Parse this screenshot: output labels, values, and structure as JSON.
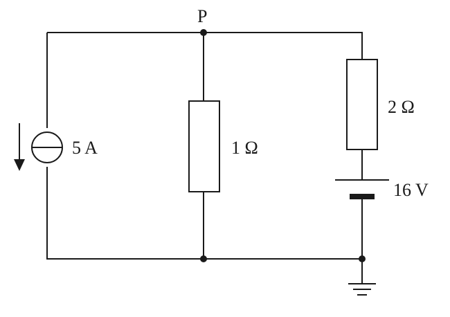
{
  "diagram": {
    "type": "circuit-schematic",
    "node_label": "P",
    "current_source": {
      "value": "5 A",
      "arrow": "down"
    },
    "resistor_middle": {
      "value": "1 Ω"
    },
    "resistor_right": {
      "value": "2 Ω"
    },
    "battery": {
      "value": "16 V"
    },
    "ground": "ground-symbol",
    "colors": {
      "ink": "#1a1a1a",
      "background": "#ffffff"
    }
  }
}
